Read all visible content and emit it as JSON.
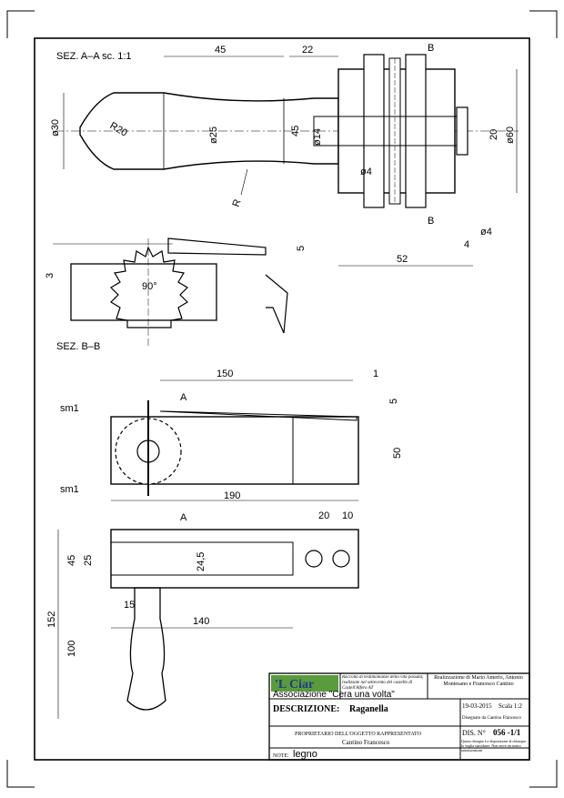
{
  "views": {
    "section_aa_title": "SEZ. A–A sc. 1:1",
    "section_bb_title": "SEZ. B–B",
    "dims_top": {
      "d45": "45",
      "d22": "22",
      "d30": "ø30",
      "r20": "R20",
      "d25": "ø25",
      "d45v": "45",
      "d14": "ø14",
      "d4a": "ø4",
      "d20": "20",
      "d60": "ø60",
      "r": "R",
      "b_top": "B",
      "b_bottom": "B",
      "d4b": "ø4",
      "d4c": "4",
      "d52": "52"
    },
    "dims_bb": {
      "d3": "3",
      "d90": "90°",
      "d5": "5"
    },
    "dims_front": {
      "d150": "150",
      "d1": "1",
      "a": "A",
      "d5": "5",
      "d50": "50",
      "sm1a": "sm1",
      "sm1b": "sm1",
      "d190": "190"
    },
    "dims_plan": {
      "a": "A",
      "d20": "20",
      "d10": "10",
      "d45": "45",
      "d25": "25",
      "d245": "24,5",
      "d15": "15",
      "d152": "152",
      "d140": "140",
      "d100": "100"
    }
  },
  "title_block": {
    "logo": "'L Ciar",
    "association": "Associazione \"Cera una volta\"",
    "collection_text": "Raccolta di testimonianze della vita passata, realizzate nel settecento del castello di Castell'Alfero AT",
    "authors": "Realizzazione di Mario Amerio, Antonio Montesano e Francesco Cantino",
    "description_label": "DESCRIZIONE:",
    "description_value": "Raganella",
    "date": "19-03-2015",
    "scale": "Scala 1:2",
    "drawn_by": "Disegnato da Cantino Francesco",
    "owner_label": "PROPRIETARIO DELL'OGGETTO RAPPRESENTATO",
    "owner_value": "Cantino Francesco",
    "dis_label": "DIS. N°",
    "dis_value": "056 -1/1",
    "note_label": "NOTE:",
    "note_value": "legno",
    "disclaimer": "Questo disegno è a disposizione di chiunque lo voglia riprodurre. Non serve un nostro autorizzazione."
  }
}
